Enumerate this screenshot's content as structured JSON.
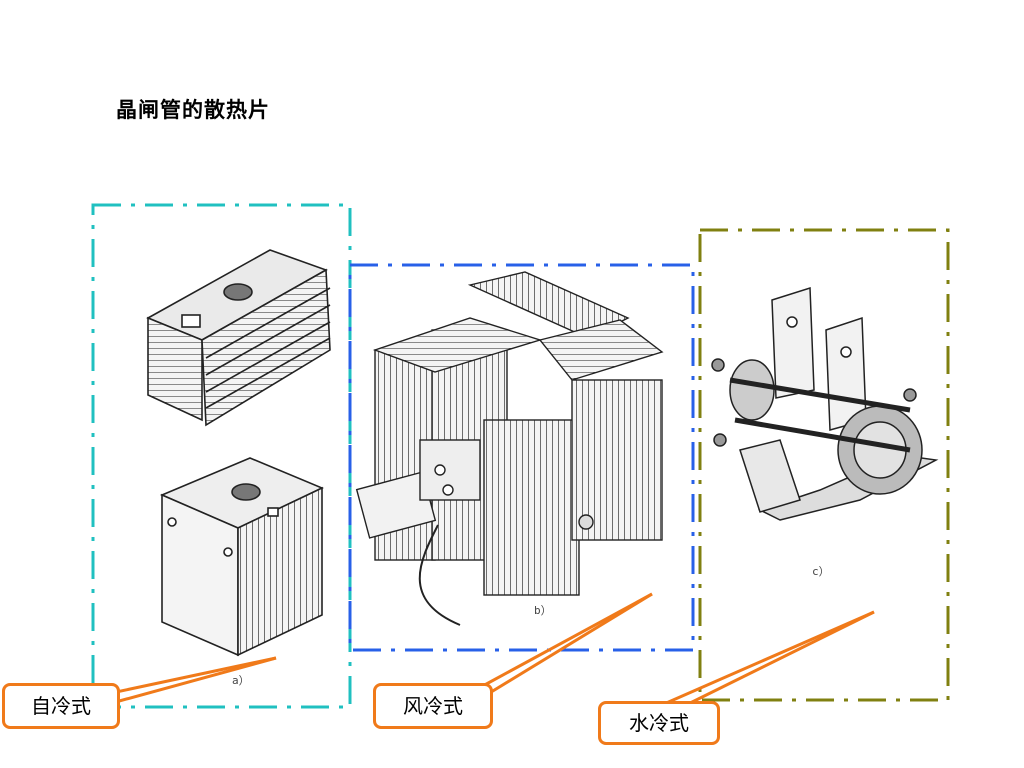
{
  "slide": {
    "title": "晶闸管的散热片"
  },
  "panels": [
    {
      "name": "self-cooled",
      "label": "自冷式",
      "sublabel": "a）",
      "frame_color": "#20c0c0"
    },
    {
      "name": "air-cooled",
      "label": "风冷式",
      "sublabel": "b）",
      "frame_color": "#2860e8"
    },
    {
      "name": "water-cooled",
      "label": "水冷式",
      "sublabel": "c）",
      "frame_color": "#808010"
    }
  ],
  "colors": {
    "callout": "#f07a1a"
  }
}
